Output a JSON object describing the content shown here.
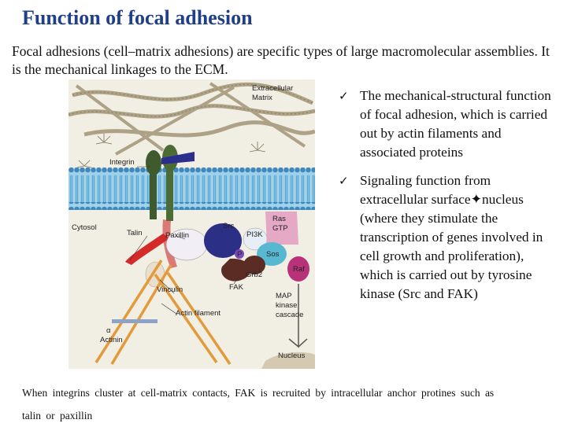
{
  "title": "Function of focal adhesion",
  "intro": "Focal adhesions (cell–matrix adhesions) are specific types of large macromolecular assemblies. It is the mechanical linkages to the ECM.",
  "figure": {
    "labels": {
      "extracellular": "Extracellular",
      "matrix": "Matrix",
      "integrin": "Integrin",
      "cytosol": "Cytosol",
      "talin": "Talin",
      "paxillin": "Paxillin",
      "src": "Src",
      "pi3k": "PI3K",
      "ras": "Ras",
      "gtp": "GTP",
      "sos": "Sos",
      "grb2": "Grb2",
      "raf": "Raf",
      "fak": "FAK",
      "vinculin": "Vinculin",
      "actin_filament": "Actin filament",
      "alpha": "α",
      "actinin": "Actinin",
      "map": "MAP",
      "kinase": "kinase",
      "cascade": "cascade",
      "nucleus": "Nucleus",
      "p": "P"
    }
  },
  "bullets": [
    {
      "check": "✓",
      "text": "The mechanical-structural function of focal adhesion, which is carried out by actin filaments and associated proteins"
    },
    {
      "check": "✓",
      "text": "Signaling function from extracellular surface✦nucleus (where they stimulate the transcription of genes involved in cell growth and proliferation), which is carried out by tyrosine kinase (Src and FAK)"
    }
  ],
  "caption": "When integrins cluster at cell-matrix contacts, FAK is recruited by intracellular anchor protines such as talin or paxillin",
  "colors": {
    "title": "#1f3f88",
    "membrane": "#6fb3d9",
    "integrin": "#3f5a2c",
    "talin": "#d42a2a",
    "paxillin": "#2a2f8c",
    "src": "#2b2f86",
    "ras": "#e5a8c5",
    "raf": "#b8327a",
    "fak": "#5a2c23",
    "actin": "#e39a3a"
  }
}
